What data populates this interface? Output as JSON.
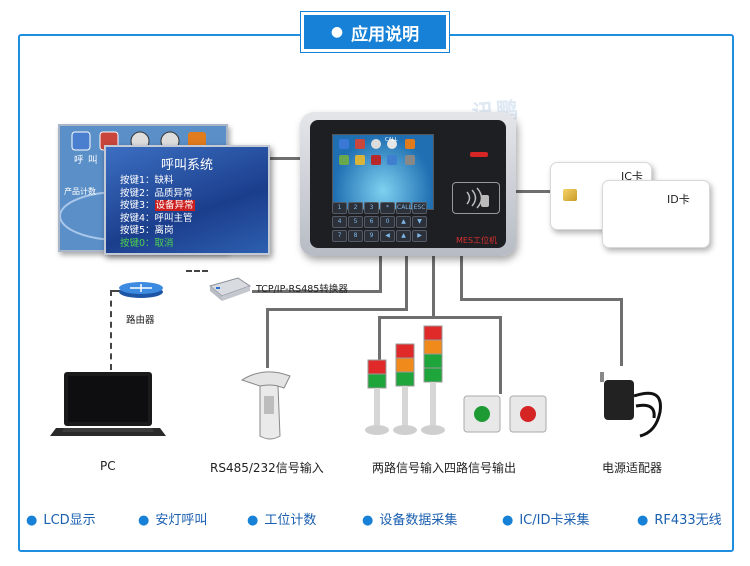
{
  "header": {
    "title": "应用说明",
    "watermark": "讯鹏"
  },
  "lcd_screen": {
    "title": "呼叫系统",
    "keys": [
      {
        "prefix": "按键1：",
        "value": "缺料"
      },
      {
        "prefix": "按键2：",
        "value": "品质异常"
      },
      {
        "prefix": "按键3：",
        "value": "设备异常"
      },
      {
        "prefix": "按键4：",
        "value": "呼叫主管"
      },
      {
        "prefix": "按键5：",
        "value": "离岗"
      },
      {
        "prefix": "按键0：",
        "value": "取消"
      }
    ],
    "back_labels": [
      "呼",
      "叫",
      "产品计数"
    ]
  },
  "terminal": {
    "label": "MES工位机",
    "keypad": [
      "1",
      "2",
      "3",
      "*",
      "CALL",
      "ESC",
      "4",
      "5",
      "6",
      "0",
      "▲",
      "▼",
      "7",
      "8",
      "9",
      "◀",
      "▲",
      "▶"
    ],
    "screen_labels": [
      "CALL"
    ]
  },
  "cards": {
    "ic": "IC卡",
    "id": "ID卡"
  },
  "network": {
    "converter": "TCP/IP-RS485转换器",
    "router": "路由器"
  },
  "devices": {
    "pc": "PC",
    "scanner": "RS485/232信号输入",
    "lights": "两路信号输入四路信号输出",
    "power": "电源适配器"
  },
  "features": [
    "LCD显示",
    "安灯呼叫",
    "工位计数",
    "设备数据采集",
    "IC/ID卡采集",
    "RF433无线"
  ],
  "colors": {
    "accent": "#1681d6",
    "frame": "#1f8ee0",
    "alarm": "#cc1e1e",
    "ok": "#2fb33a"
  }
}
